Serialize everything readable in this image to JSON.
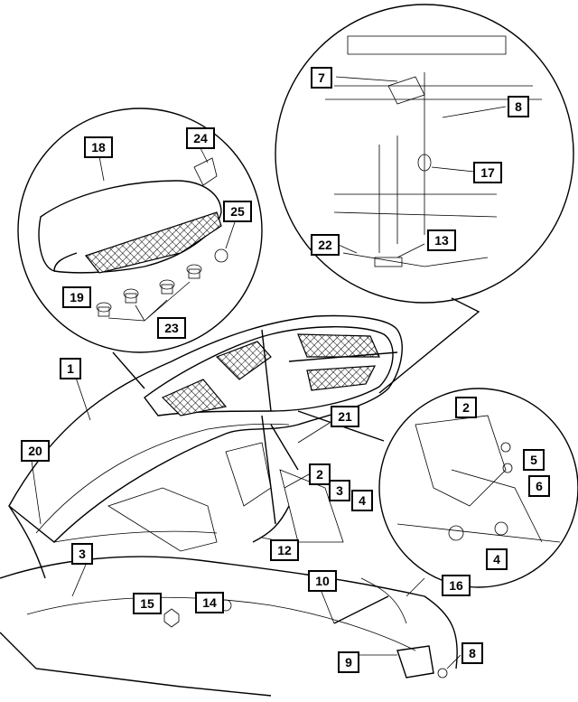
{
  "figure": {
    "callouts": [
      {
        "id": "c-1",
        "label": "1"
      },
      {
        "id": "c-2a",
        "label": "2"
      },
      {
        "id": "c-2b",
        "label": "2"
      },
      {
        "id": "c-3a",
        "label": "3"
      },
      {
        "id": "c-3b",
        "label": "3"
      },
      {
        "id": "c-4a",
        "label": "4"
      },
      {
        "id": "c-4b",
        "label": "4"
      },
      {
        "id": "c-5",
        "label": "5"
      },
      {
        "id": "c-6",
        "label": "6"
      },
      {
        "id": "c-7",
        "label": "7"
      },
      {
        "id": "c-8a",
        "label": "8"
      },
      {
        "id": "c-8b",
        "label": "8"
      },
      {
        "id": "c-9",
        "label": "9"
      },
      {
        "id": "c-10",
        "label": "10"
      },
      {
        "id": "c-12",
        "label": "12"
      },
      {
        "id": "c-13",
        "label": "13"
      },
      {
        "id": "c-14",
        "label": "14"
      },
      {
        "id": "c-15",
        "label": "15"
      },
      {
        "id": "c-16",
        "label": "16"
      },
      {
        "id": "c-17",
        "label": "17"
      },
      {
        "id": "c-18",
        "label": "18"
      },
      {
        "id": "c-19",
        "label": "19"
      },
      {
        "id": "c-20",
        "label": "20"
      },
      {
        "id": "c-21",
        "label": "21"
      },
      {
        "id": "c-22",
        "label": "22"
      },
      {
        "id": "c-23",
        "label": "23"
      },
      {
        "id": "c-24",
        "label": "24"
      },
      {
        "id": "c-25",
        "label": "25"
      }
    ]
  }
}
